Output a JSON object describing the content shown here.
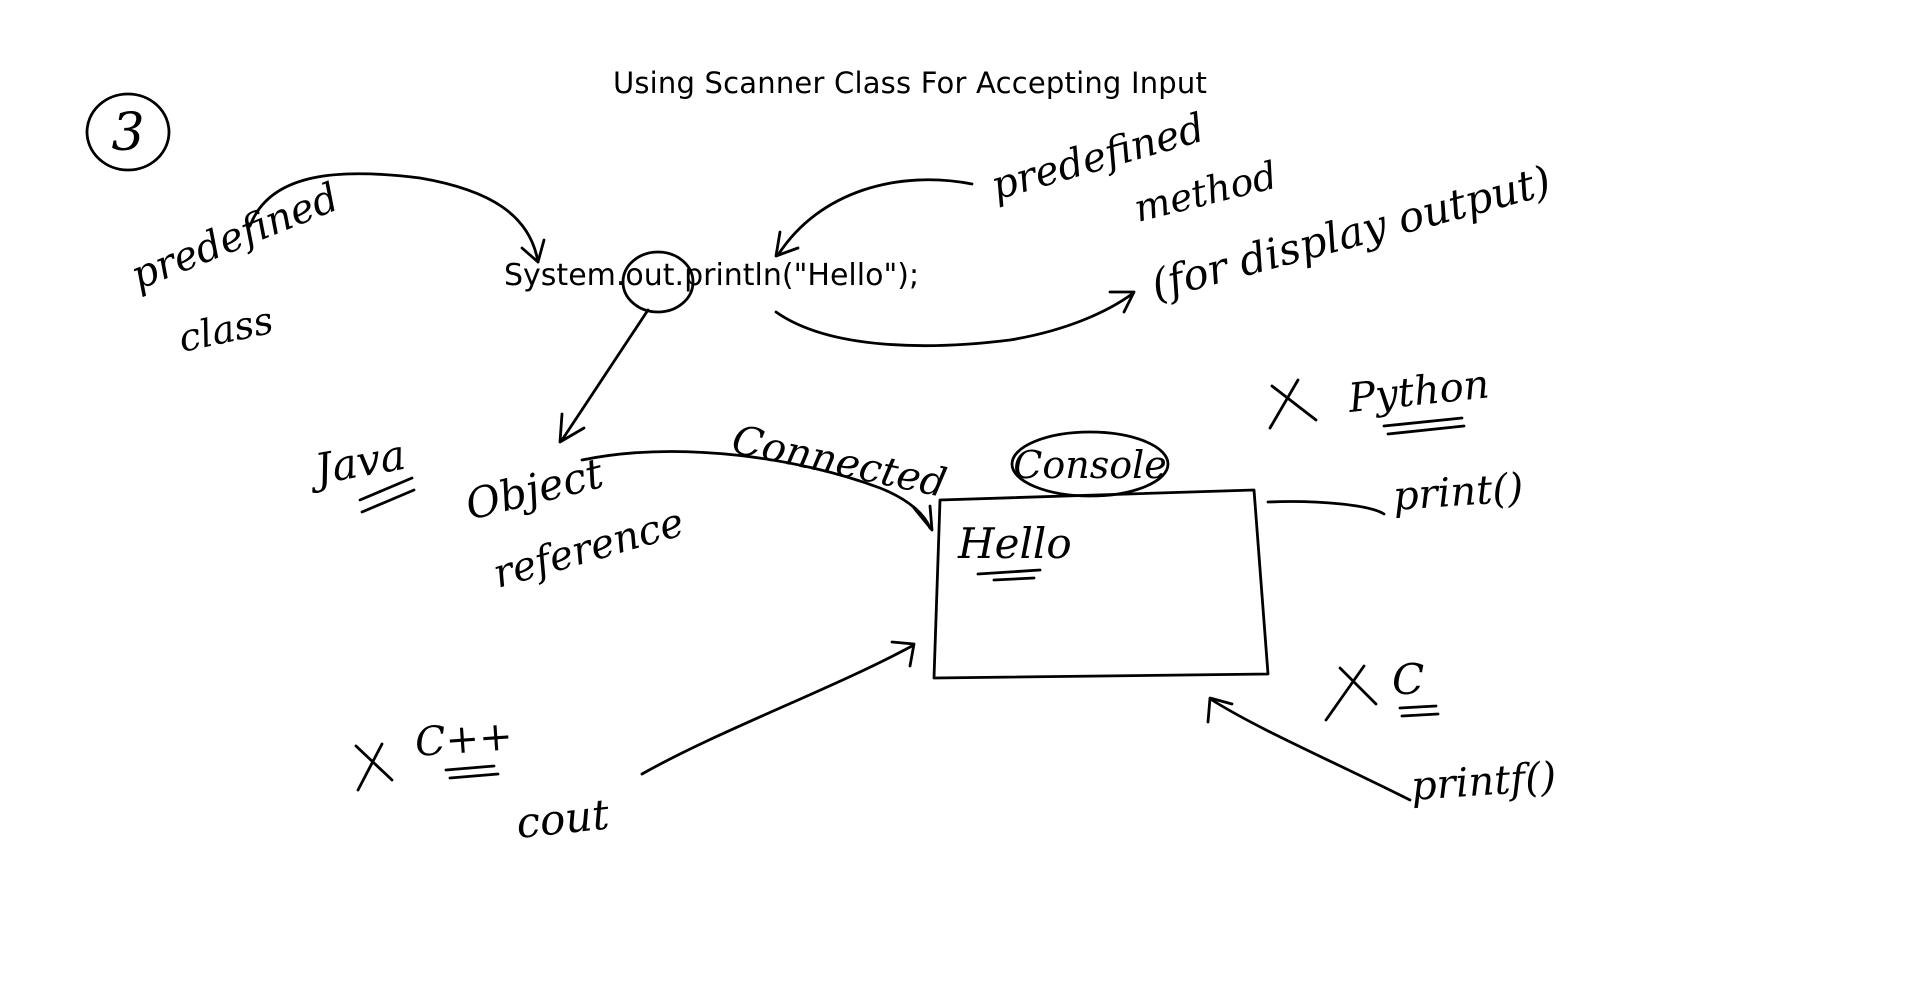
{
  "title": "Using Scanner Class For Accepting Input",
  "code": "System.out.println(\"Hello\");",
  "handwritten": {
    "step_number": "3",
    "predefined_class": [
      "predefined",
      "class"
    ],
    "predefined_method": [
      "predefined",
      "method"
    ],
    "method_purpose": "(for display output)",
    "java_label": "Java",
    "object_reference": [
      "Object",
      "reference"
    ],
    "connected": "Connected",
    "console": "Console",
    "console_output": "Hello",
    "python_label": "Python",
    "python_print": "print()",
    "cpp_label": "C++",
    "cpp_cout": "cout",
    "c_label": "C",
    "c_printf": "printf()",
    "cross_mark": "X"
  }
}
